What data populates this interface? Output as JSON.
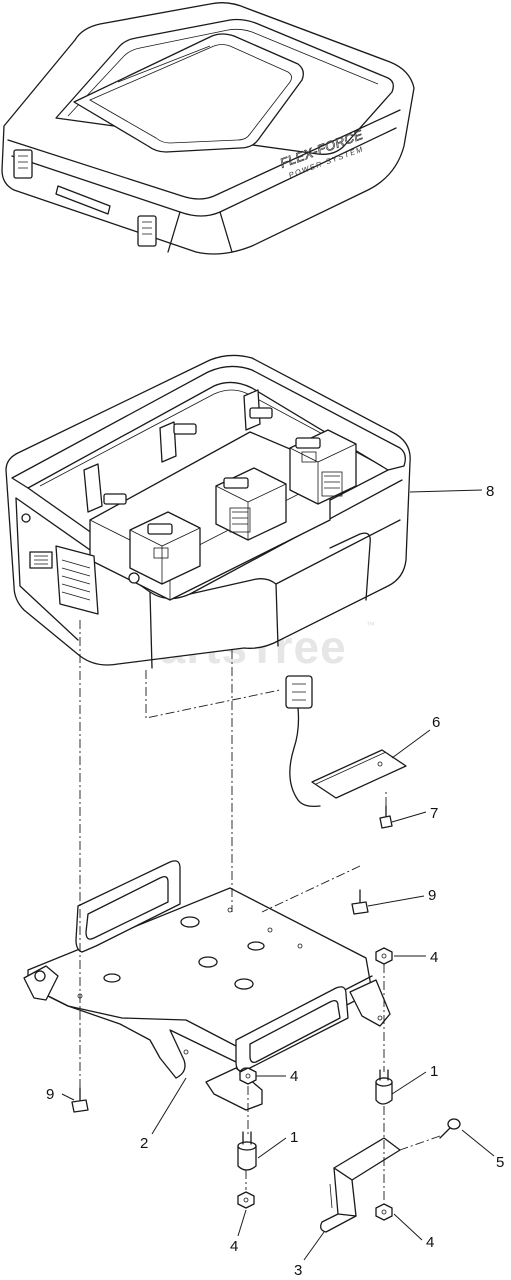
{
  "watermark": {
    "text": "PartsTree",
    "trademark": "™"
  },
  "lid_logo": {
    "line1": "FLEX-FORCE",
    "line2": "POWER SYSTEM"
  },
  "callouts": [
    {
      "label": "8"
    },
    {
      "label": "6"
    },
    {
      "label": "7"
    },
    {
      "label": "9"
    },
    {
      "label": "4"
    },
    {
      "label": "9"
    },
    {
      "label": "4"
    },
    {
      "label": "1"
    },
    {
      "label": "2"
    },
    {
      "label": "1"
    },
    {
      "label": "5"
    },
    {
      "label": "4"
    },
    {
      "label": "4"
    },
    {
      "label": "3"
    }
  ]
}
